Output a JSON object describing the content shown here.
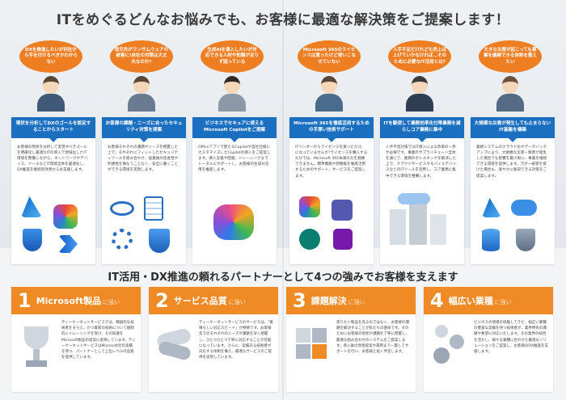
{
  "headline": "ITをめぐるどんなお悩みでも、お客様に最適な解決策をご提案します！",
  "worries": [
    {
      "text": "DXを推進したいが何社から手を付けるべきかわからない"
    },
    {
      "text": "取引先がランサムウェアの被害に!自社の対策は大丈夫なのか?"
    },
    {
      "text": "生成AIを導入したいが対応できる人材や知識が足りず困っている"
    },
    {
      "text": "Microsoft 365のライセンスは買ったけど使いこなせていない"
    },
    {
      "text": "人手不足だけれども売上は上げていかなければ…そのために必要なIT活用とは?"
    },
    {
      "text": "大きな災害が起こっても事業を継続できる体制を整えたい"
    }
  ],
  "cards": [
    {
      "title": "現状を分析してDXのゴールを設定することからスタート",
      "text": "お客様の現状を分析して実現すべきゴールを明確化し最適なITの導入で領域化したIT環境を整備しながら、ネットワークやデバイス、ツールなどIT環境全体を最適化し、DX推進を継続的改善からお支援します。"
    },
    {
      "title": "お客様の課題・ニーズに合ったセキュリティ対策を提案",
      "text": "お客様それぞれの課題やニーズを把握した上で、それぞれにフィットしたセキュリティツールを組み合わせ、従業員の生産性や利便性を損なうことなく、安全に働くことができる環境を実現します。"
    },
    {
      "title": "ビジネスでセキュアに使えるMicrosoft Copilotをご提案",
      "text": "Officeアプリで使えるCopilotや自社仕様にカスタマイズしたCopilotの導入をご提案します。導入支援や開発、トレーニングまでトータルにサポートし、お客様の生成AI活用を推進します。"
    },
    {
      "title": "Microsoft 365を徹底活用するための手厚い技術サポート",
      "text": "ITベンダーからライセンスを買っただけ、になっていませんか?ライセンスを購入するだけでは、Microsoft 365本来の力を発揮できません。標準機能や新機能を徹底活用するためのサポート、サービスをご提案します。"
    },
    {
      "title": "ITを駆使して業務効率化付帯業務を減らしコア業務に集中",
      "text": "人手不足対策ではIT導入による改革の一歩が必要です。事業のサプライチェーン全体を通じて、業務のボトルネックを解消した上で、クラウドサービスやモバイルデバイスなどのITツールを活用し、コア業務に集中できる環境を整備します。"
    },
    {
      "title": "大規模な災害が発生しても止まらないIT基盤を構築",
      "text": "業務システムのクラウド化やデータバックアップにより、大規模な災害・障害が発生した場合でも影響を最小限に、事業を継続できる環境を提供します。万が一被害を受けた場合も、速やかに復旧できる対策をご提案します。"
    }
  ],
  "mid_title": "IT活用・DX推進の頼れるパートナーとして4つの強みでお客様を支えます",
  "strengths": [
    {
      "num": "1",
      "label": "Microsoft製品",
      "suffix": "に強い",
      "text": "ティーケーネットサービスでは、精鋭的な技術者をそろえ、かつ最新の技術について継続的にトレーニングを受け、その知識をMicrosoft製品の提案に反映しています。ティーケーネットサービスはMicrosoft社の実績を持つ、パートナーとして上位レベルの品質を提供しています。"
    },
    {
      "num": "2",
      "label": "サービス品質",
      "suffix": "に強い",
      "text": "ティーケーネットサービスのサービスは、「素晴らしい対応スピード」が特徴です。お客様先でのそれぞれのニーズや課題を深く把握し、ひとつひとつ丁寧に対応することが可能になっています。さらに、実績ある技術者が対応する体制を備え、最適なサービスのご提供を実現しています。"
    },
    {
      "num": "3",
      "label": "課題解決",
      "suffix": "に強い",
      "text": "売りたい製品を売るのではなく、お客様の課題を解決することが私たちの使命です。そのためにお客様の現状や課題を丁寧に把握し、最適な組み合わせのシステムをご提案します。導入後の改善提案や運用まで一貫してサポートを行い、お客様と長く伴走します。"
    },
    {
      "num": "4",
      "label": "幅広い業種",
      "suffix": "に強い",
      "text": "ビジネスの現場を経験してきた、幅広い業種の豊富な実績を持つ技術者が、業界特有の課題や要望に対応いたします。その業界の知見を活かし、様々な業種に合わせた最適なソリューションをご提案し、お客様のDX推進を支援します。"
    }
  ]
}
